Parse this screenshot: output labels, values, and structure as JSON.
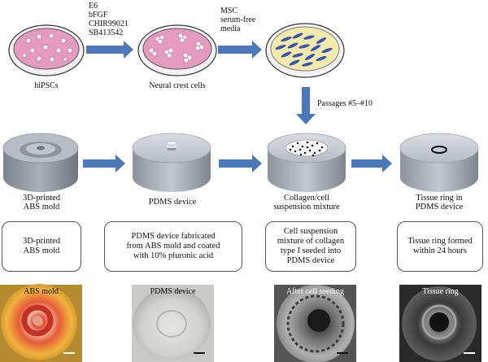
{
  "top_row": {
    "stage1_label": "hiPSCs",
    "stage2_label": "Neural crest cells",
    "factors": [
      "E6",
      "bFGF",
      "CHIR99021",
      "SB413542"
    ],
    "media": [
      "MSC",
      "serum-free",
      "media"
    ],
    "passages": "Passages #5–#10"
  },
  "middle_row": {
    "labels": [
      [
        "3D-printed",
        "ABS mold"
      ],
      [
        "PDMS device"
      ],
      [
        "Collagen/cell",
        "suspension mixture"
      ],
      [
        "Tissue ring in",
        "PDMS device"
      ]
    ]
  },
  "boxes": [
    [
      "3D-printed",
      "ABS mold"
    ],
    [
      "PDMS device fabricated",
      "from ABS mold and coated",
      "with 10% pluronic acid"
    ],
    [
      "Cell suspension",
      "mixture of collagen",
      "type I seeded into",
      "PDMS device"
    ],
    [
      "Tissue ring formed",
      "within 24 hours"
    ]
  ],
  "photos": [
    {
      "caption": "ABS mold"
    },
    {
      "caption": "PDMS device"
    },
    {
      "caption": "After cell seeding"
    },
    {
      "caption": "Tissue ring"
    }
  ],
  "colors": {
    "arrow": "#4a78b8",
    "dish_pink": "#e59bc0",
    "dish_yellow": "#f2eaaa",
    "cell_blue": "#3a55b0",
    "cylinder": "#a9afb8"
  }
}
